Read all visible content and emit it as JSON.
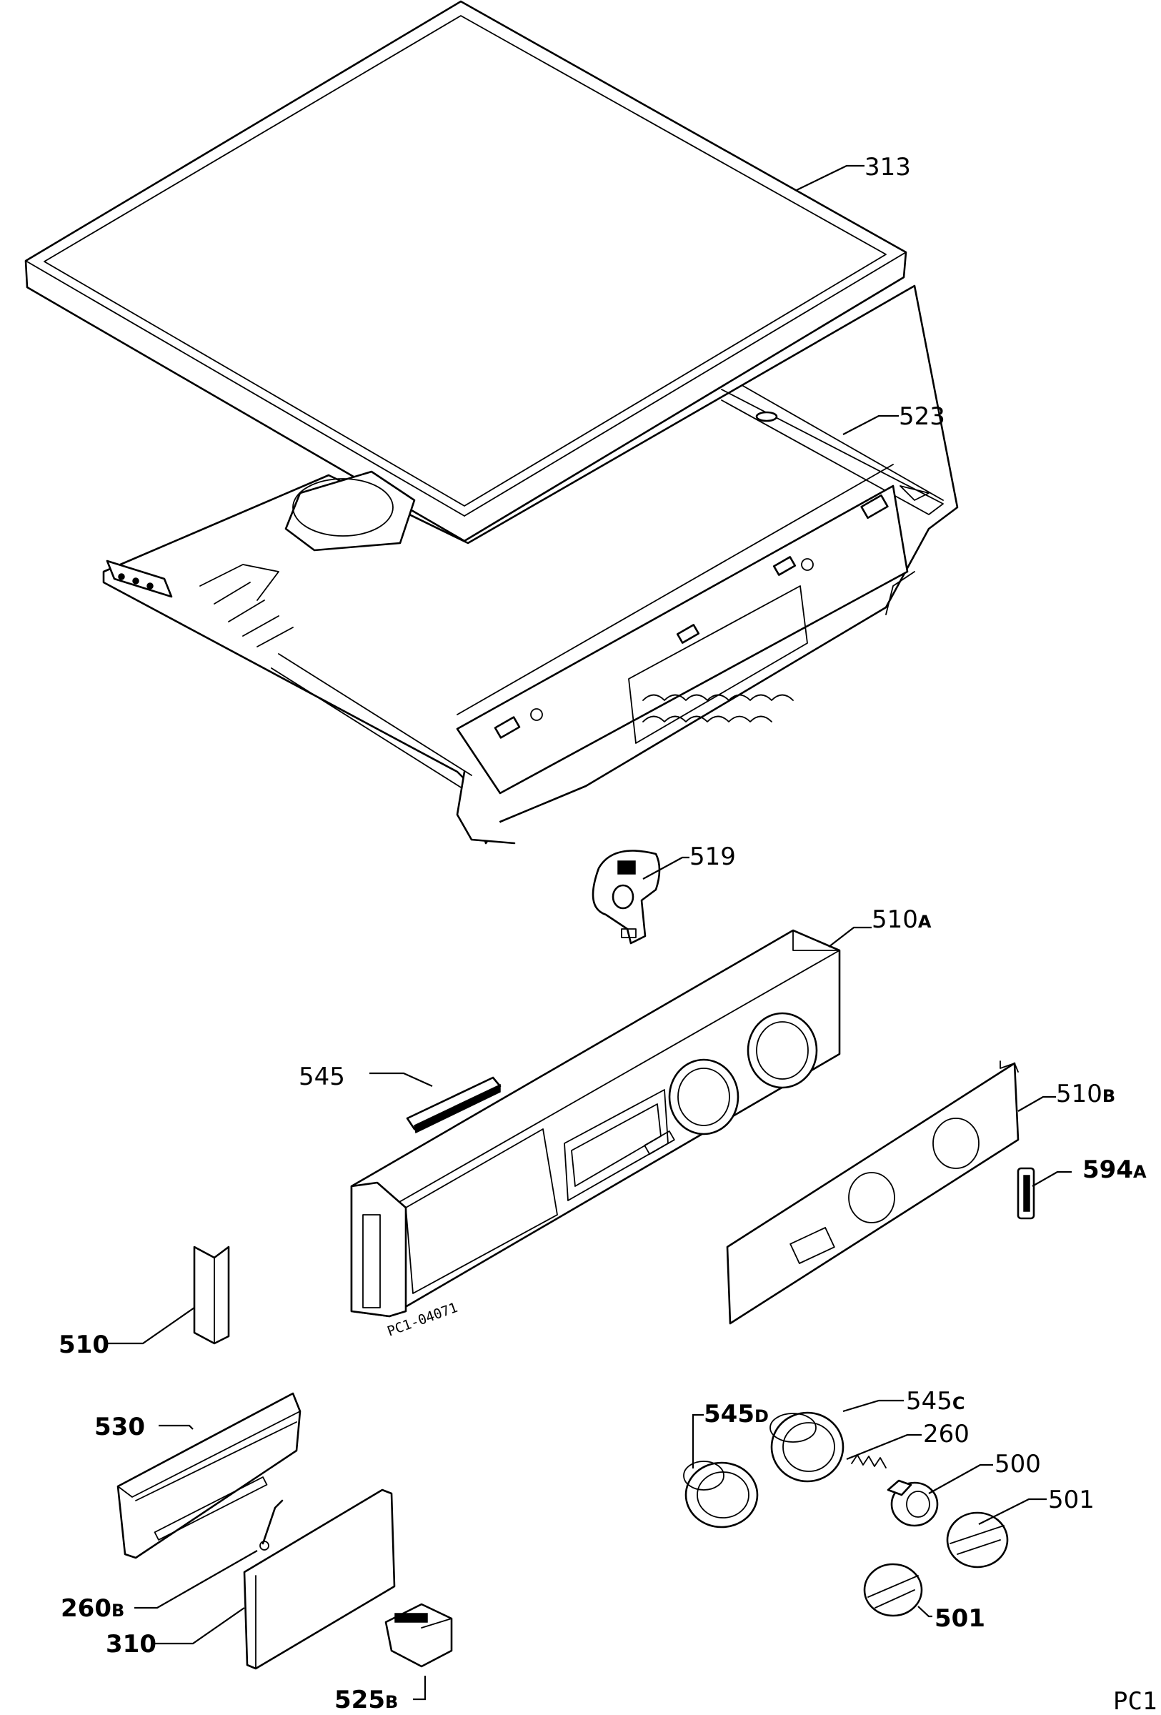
{
  "labels": {
    "l313": {
      "num": "313",
      "suf": ""
    },
    "l523": {
      "num": "523",
      "suf": ""
    },
    "l519": {
      "num": "519",
      "suf": ""
    },
    "l510a": {
      "num": "510",
      "suf": "A"
    },
    "l545": {
      "num": "545",
      "suf": ""
    },
    "l510b": {
      "num": "510",
      "suf": "B"
    },
    "l594a": {
      "num": "594",
      "suf": "A"
    },
    "l510": {
      "num": "510",
      "suf": ""
    },
    "l530": {
      "num": "530",
      "suf": ""
    },
    "l545d": {
      "num": "545",
      "suf": "D"
    },
    "l545c": {
      "num": "545",
      "suf": "C"
    },
    "l260": {
      "num": "260",
      "suf": ""
    },
    "l500": {
      "num": "500",
      "suf": ""
    },
    "l501a": {
      "num": "501",
      "suf": ""
    },
    "l260b": {
      "num": "260",
      "suf": "B"
    },
    "l310": {
      "num": "310",
      "suf": ""
    },
    "l501b": {
      "num": "501",
      "suf": ""
    },
    "l525b": {
      "num": "525",
      "suf": "B"
    }
  },
  "drawing_code": "PC1-04071",
  "sheet_code": "PC1"
}
